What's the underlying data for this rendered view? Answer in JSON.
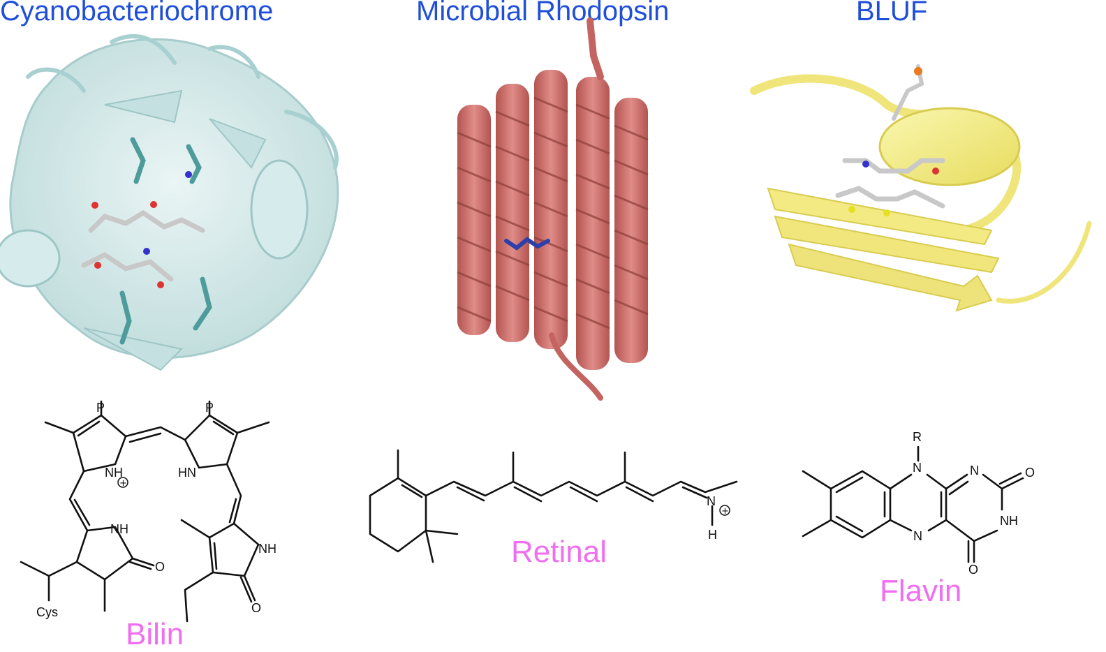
{
  "titles": {
    "left": "Cyanobacteriochrome",
    "middle": "Microbial Rhodopsin",
    "right": "BLUF"
  },
  "molecules": {
    "bilin": {
      "name": "Bilin",
      "atoms": {
        "p1": "P",
        "p2": "P",
        "nh_plus": "NH",
        "hn": "HN",
        "nh_low": "NH",
        "nh_right": "NH",
        "o1": "O",
        "o2": "O",
        "cys": "Cys"
      }
    },
    "retinal": {
      "name": "Retinal",
      "atoms": {
        "n": "N",
        "h": "H"
      }
    },
    "flavin": {
      "name": "Flavin",
      "atoms": {
        "r": "R",
        "n10": "N",
        "n1": "N",
        "o2": "O",
        "nh3": "NH",
        "o4": "O",
        "n5": "N"
      }
    }
  },
  "colors": {
    "title": "#1f4fd8",
    "molecule_name": "#f06ef0",
    "cbcr_protein": "#cfe8e8",
    "rhodopsin_protein": "#d0706c",
    "bluf_protein": "#f6f08a"
  }
}
